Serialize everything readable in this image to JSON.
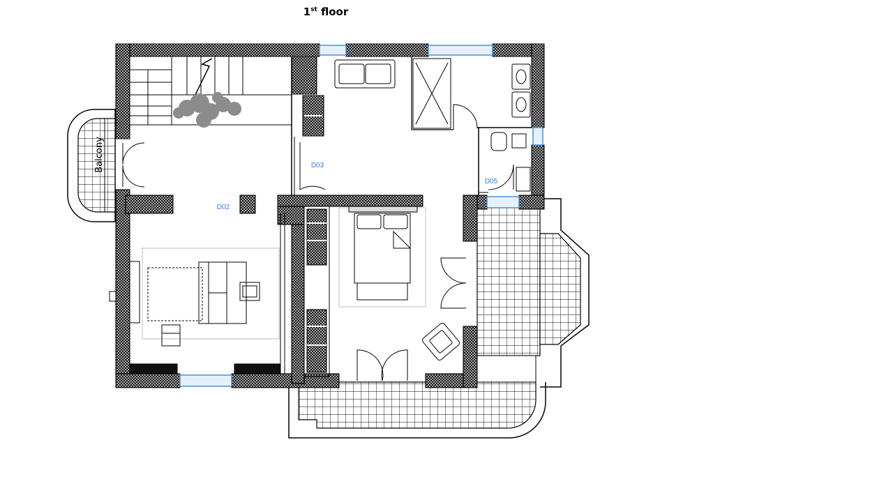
{
  "title": {
    "number": "1",
    "suffix": "st",
    "text": " floor"
  },
  "labels": {
    "balcony": "Balcony",
    "door_d02": "D02",
    "door_d03": "D03",
    "door_d05": "D05"
  },
  "colors": {
    "wall_hatch": "#1a1a1a",
    "window_glass": "#4a90d9",
    "door_label": "#3b7dd8",
    "plant": "#8c8c8c",
    "furniture_line": "#000000"
  }
}
